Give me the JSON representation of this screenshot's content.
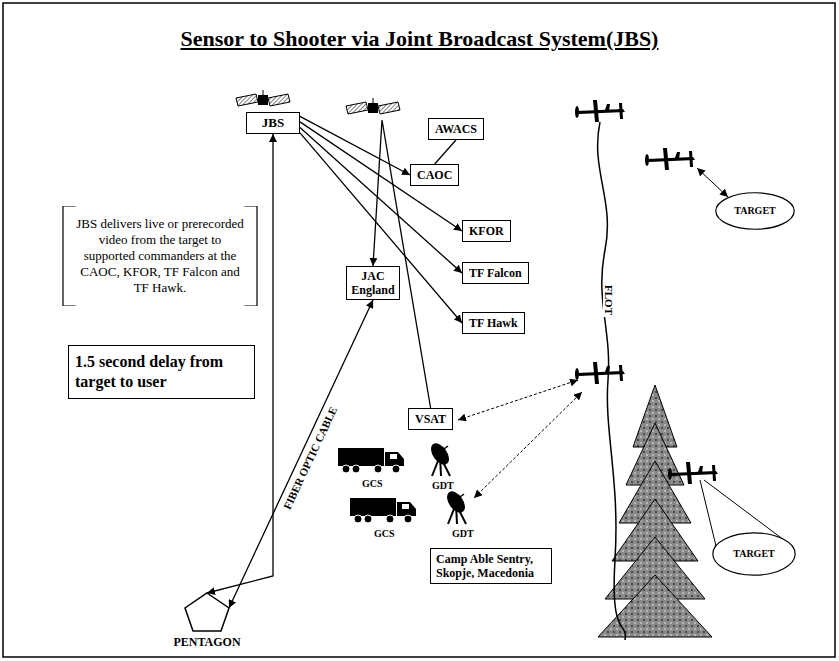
{
  "diagram": {
    "title": "Sensor to Shooter via Joint Broadcast System(JBS)",
    "nodes": [
      {
        "text": [
          "JBS"
        ]
      },
      {
        "text": [
          "AWACS"
        ]
      },
      {
        "text": [
          "CAOC"
        ]
      },
      {
        "text": [
          "JBS delivers live or prerecorded video from the target to supported commanders at the CAOC, KFOR, TF Falcon and TF Hawk."
        ]
      },
      {
        "text": [
          "KFOR"
        ]
      },
      {
        "text": [
          "JAC England"
        ]
      },
      {
        "text": [
          "TF Falcon"
        ]
      },
      {
        "text": [
          "TF Hawk"
        ]
      },
      {
        "text": [
          "1.5 second delay from target to user"
        ]
      },
      {
        "text": [
          "VSAT"
        ]
      },
      {
        "text": [
          "Camp Able Sentry, Skopje, Macedonia"
        ]
      },
      {
        "text": [
          "PENTAGON"
        ]
      },
      {
        "text": [
          "TARGET"
        ]
      },
      {
        "text": [
          "TARGET"
        ]
      }
    ],
    "edges": [
      {
        "from": 0,
        "to": 2,
        "arrow": "to"
      },
      {
        "from": 0,
        "to": 4,
        "arrow": "to"
      },
      {
        "from": 0,
        "to": 6,
        "arrow": "to"
      },
      {
        "from": 0,
        "to": 7,
        "arrow": "to"
      },
      {
        "from": 1,
        "to": 2,
        "arrow": "none"
      },
      {
        "from": 11,
        "to": 0,
        "arrow": "both"
      },
      {
        "from": 11,
        "to": 5,
        "label": "FIBER OPTIC CABLE",
        "arrow": "both"
      },
      {
        "from": 9,
        "to": 5,
        "arrow": "to"
      }
    ],
    "labels": [
      "GCS",
      "GDT",
      "GCS",
      "GDT",
      "FLOT"
    ]
  }
}
